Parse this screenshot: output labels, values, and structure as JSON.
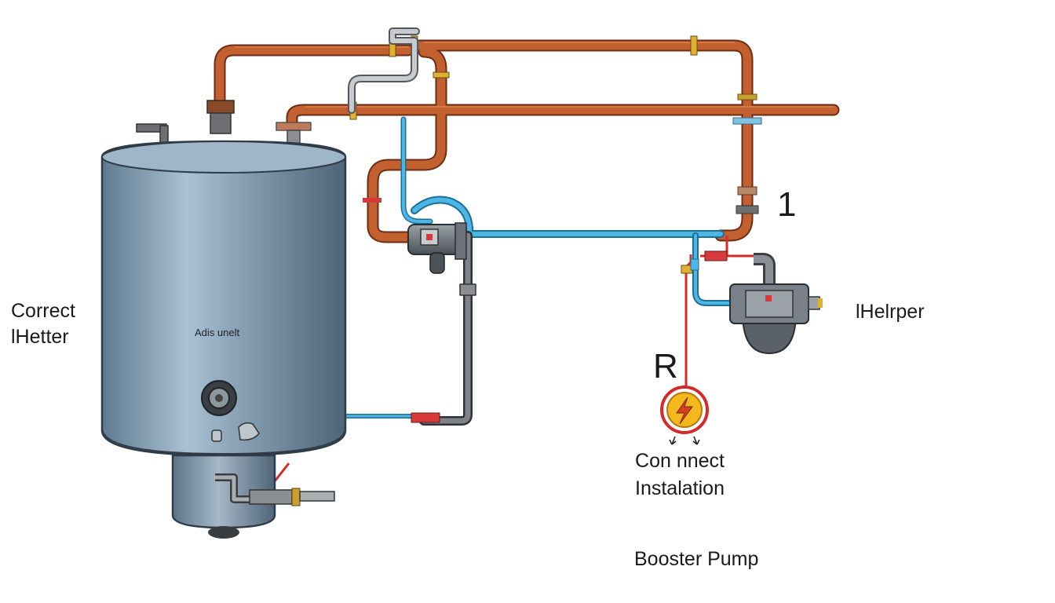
{
  "labels": {
    "water_heater": [
      "Correct",
      "lHetter"
    ],
    "tank_label": "Adis unelt",
    "number_marker": "1",
    "helper": "lHelrper",
    "r_marker": "R",
    "connect": [
      "Con nnect",
      "Instalation"
    ],
    "booster_pump": "Booster Pump"
  },
  "colors": {
    "copper_pipe": "#b5552a",
    "cold_water_line": "#3aa7d8",
    "tank_body": "#7f98ad",
    "electric_wire": "#d42a2a",
    "grey_pipe": "#8a8f95"
  },
  "icons": [
    "tank-gauge-icon",
    "lightning-icon",
    "pump-icon",
    "valve-icon"
  ]
}
